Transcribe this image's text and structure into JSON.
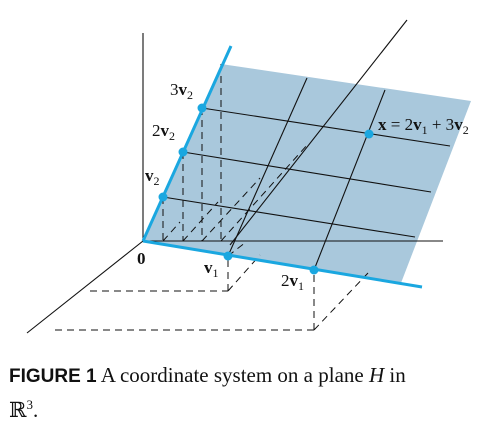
{
  "figure": {
    "labels": {
      "origin": "0",
      "v1": {
        "base": "v",
        "sub": "1"
      },
      "two_v1": {
        "coef": "2",
        "base": "v",
        "sub": "1"
      },
      "v2": {
        "base": "v",
        "sub": "2"
      },
      "two_v2": {
        "coef": "2",
        "base": "v",
        "sub": "2"
      },
      "three_v2": {
        "coef": "3",
        "base": "v",
        "sub": "2"
      },
      "x_eq": {
        "lhs": "x",
        "eq": " = 2",
        "v1": "v",
        "s1": "1",
        "plus": " + 3",
        "v2": "v",
        "s2": "2"
      }
    },
    "colors": {
      "plane": "#a9c8dc",
      "axis_blue": "#1aa7e0",
      "ink": "#111111"
    }
  },
  "caption": {
    "label": "FIGURE 1",
    "text": " A coordinate system on a plane ",
    "plane_symbol": "H",
    "text_after": " in",
    "space_symbol": "ℝ",
    "space_exp": "3",
    "end": "."
  }
}
